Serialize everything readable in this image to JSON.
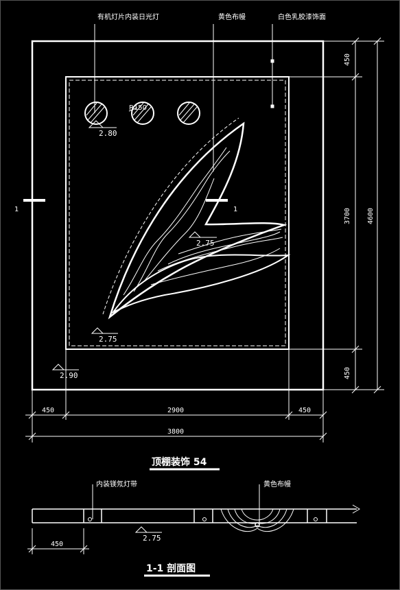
{
  "labels": {
    "light_fixture": "有机灯片内装日光灯",
    "yellow_fabric": "黄色布幔",
    "white_paint": "白色乳胶漆饰面",
    "radius": "R150",
    "section_mark": "1",
    "strip_light": "内装镁氖灯带",
    "yellow_fabric_2": "黄色布幔"
  },
  "elevations": {
    "light": "2.80",
    "leaf": "2.75",
    "inner": "2.75",
    "outer": "2.90",
    "section": "2.75"
  },
  "dimensions": {
    "right_top": "450",
    "right_mid": "3700",
    "right_total": "4600",
    "right_bottom": "450",
    "bottom_left": "450",
    "bottom_mid": "2900",
    "bottom_right": "450",
    "bottom_total": "3800",
    "section_left": "450"
  },
  "titles": {
    "plan": "顶棚装饰 54",
    "section": "1-1 剖面图"
  }
}
